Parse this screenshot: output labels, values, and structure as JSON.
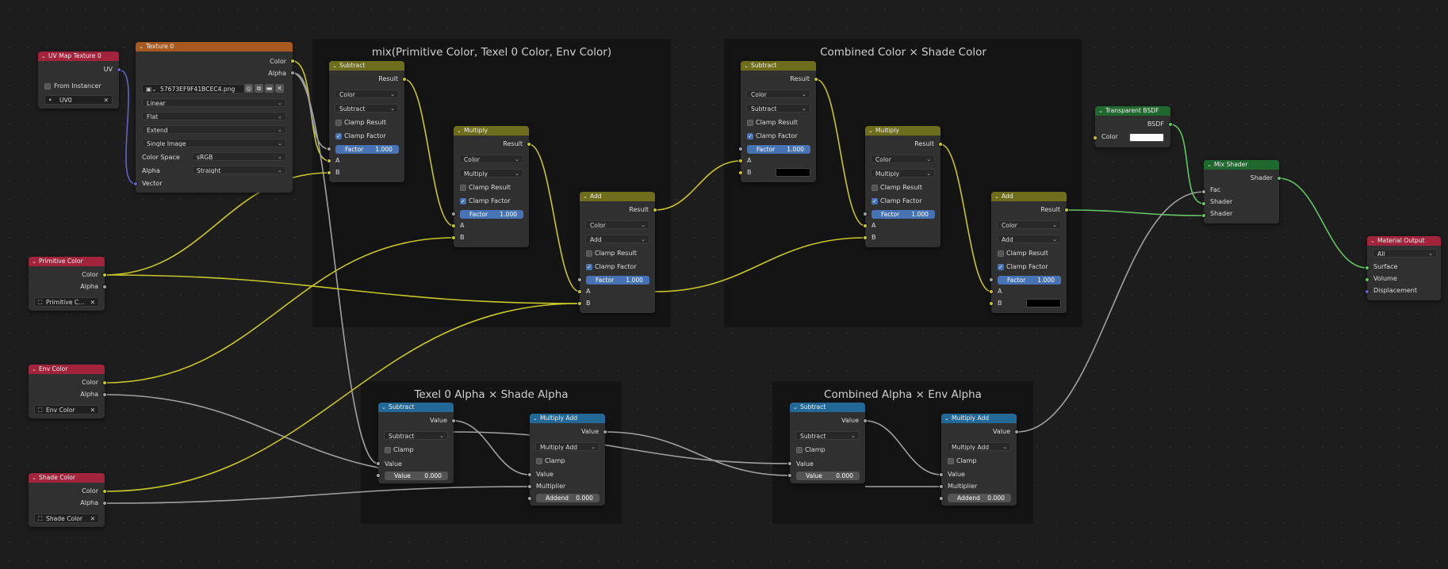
{
  "frames": {
    "f1": {
      "label": "mix(Primitive Color, Texel 0 Color, Env Color)"
    },
    "f2": {
      "label": "Combined Color × Shade Color"
    },
    "f3": {
      "label": "Texel 0 Alpha × Shade Alpha"
    },
    "f4": {
      "label": "Combined Alpha × Env Alpha"
    }
  },
  "uvmap": {
    "title": "UV Map Texture 0",
    "out_uv": "UV",
    "from_instancer": "From Instancer",
    "uv_name": "UV0"
  },
  "texture": {
    "title": "Texture 0",
    "out_color": "Color",
    "out_alpha": "Alpha",
    "image": "57673EF9F41BCEC4.png",
    "interpolation": "Linear",
    "projection": "Flat",
    "extension": "Extend",
    "source": "Single Image",
    "color_space_label": "Color Space",
    "color_space": "sRGB",
    "alpha_label": "Alpha",
    "alpha_mode": "Straight",
    "in_vector": "Vector"
  },
  "primitive": {
    "title": "Primitive Color",
    "out_color": "Color",
    "out_alpha": "Alpha",
    "attr": "Primitive C..."
  },
  "envcolor": {
    "title": "Env Color",
    "out_color": "Color",
    "out_alpha": "Alpha",
    "attr": "Env Color"
  },
  "shadecolor": {
    "title": "Shade Color",
    "out_color": "Color",
    "out_alpha": "Alpha",
    "attr": "Shade Color"
  },
  "sub1": {
    "title": "Subtract",
    "out": "Result",
    "type": "Color",
    "op": "Subtract",
    "clamp_result": "Clamp Result",
    "clamp_factor": "Clamp Factor",
    "factor_label": "Factor",
    "factor": "1.000",
    "in_a": "A",
    "in_b": "B"
  },
  "mul1": {
    "title": "Multiply",
    "out": "Result",
    "type": "Color",
    "op": "Multiply",
    "clamp_result": "Clamp Result",
    "clamp_factor": "Clamp Factor",
    "factor_label": "Factor",
    "factor": "1.000",
    "in_a": "A",
    "in_b": "B"
  },
  "add1": {
    "title": "Add",
    "out": "Result",
    "type": "Color",
    "op": "Add",
    "clamp_result": "Clamp Result",
    "clamp_factor": "Clamp Factor",
    "factor_label": "Factor",
    "factor": "1.000",
    "in_a": "A",
    "in_b": "B"
  },
  "sub2": {
    "title": "Subtract",
    "out": "Result",
    "type": "Color",
    "op": "Subtract",
    "clamp_result": "Clamp Result",
    "clamp_factor": "Clamp Factor",
    "factor_label": "Factor",
    "factor": "1.000",
    "in_a": "A",
    "in_b": "B"
  },
  "mul2": {
    "title": "Multiply",
    "out": "Result",
    "type": "Color",
    "op": "Multiply",
    "clamp_result": "Clamp Result",
    "clamp_factor": "Clamp Factor",
    "factor_label": "Factor",
    "factor": "1.000",
    "in_a": "A",
    "in_b": "B"
  },
  "add2": {
    "title": "Add",
    "out": "Result",
    "type": "Color",
    "op": "Add",
    "clamp_result": "Clamp Result",
    "clamp_factor": "Clamp Factor",
    "factor_label": "Factor",
    "factor": "1.000",
    "in_a": "A",
    "in_b": "B"
  },
  "msub1": {
    "title": "Subtract",
    "out": "Value",
    "op": "Subtract",
    "clamp": "Clamp",
    "in_value": "Value",
    "value_label": "Value",
    "value": "0.000"
  },
  "madd1": {
    "title": "Multiply Add",
    "out": "Value",
    "op": "Multiply Add",
    "clamp": "Clamp",
    "in_value": "Value",
    "in_mult": "Multiplier",
    "addend_label": "Addend",
    "addend": "0.000"
  },
  "msub2": {
    "title": "Subtract",
    "out": "Value",
    "op": "Subtract",
    "clamp": "Clamp",
    "in_value": "Value",
    "value_label": "Value",
    "value": "0.000"
  },
  "madd2": {
    "title": "Multiply Add",
    "out": "Value",
    "op": "Multiply Add",
    "clamp": "Clamp",
    "in_value": "Value",
    "in_mult": "Multiplier",
    "addend_label": "Addend",
    "addend": "0.000"
  },
  "transp": {
    "title": "Transparent BSDF",
    "out": "BSDF",
    "in_color": "Color"
  },
  "mixshader": {
    "title": "Mix Shader",
    "out": "Shader",
    "in_fac": "Fac",
    "in_shader1": "Shader",
    "in_shader2": "Shader"
  },
  "matout": {
    "title": "Material Output",
    "target": "All",
    "in_surface": "Surface",
    "in_volume": "Volume",
    "in_displacement": "Displacement"
  },
  "colors": {
    "node_bg": "#303030",
    "color_header": "#a1243c",
    "texture_header": "#a8591f",
    "vector_header": "#6d6d1c",
    "converter_header": "#236998",
    "shader_header": "#20692e",
    "slider": "#4772b3",
    "socket_color": "#c7c729",
    "socket_float": "#a1a1a1",
    "socket_vector": "#6363c7",
    "socket_shader": "#63c763"
  }
}
